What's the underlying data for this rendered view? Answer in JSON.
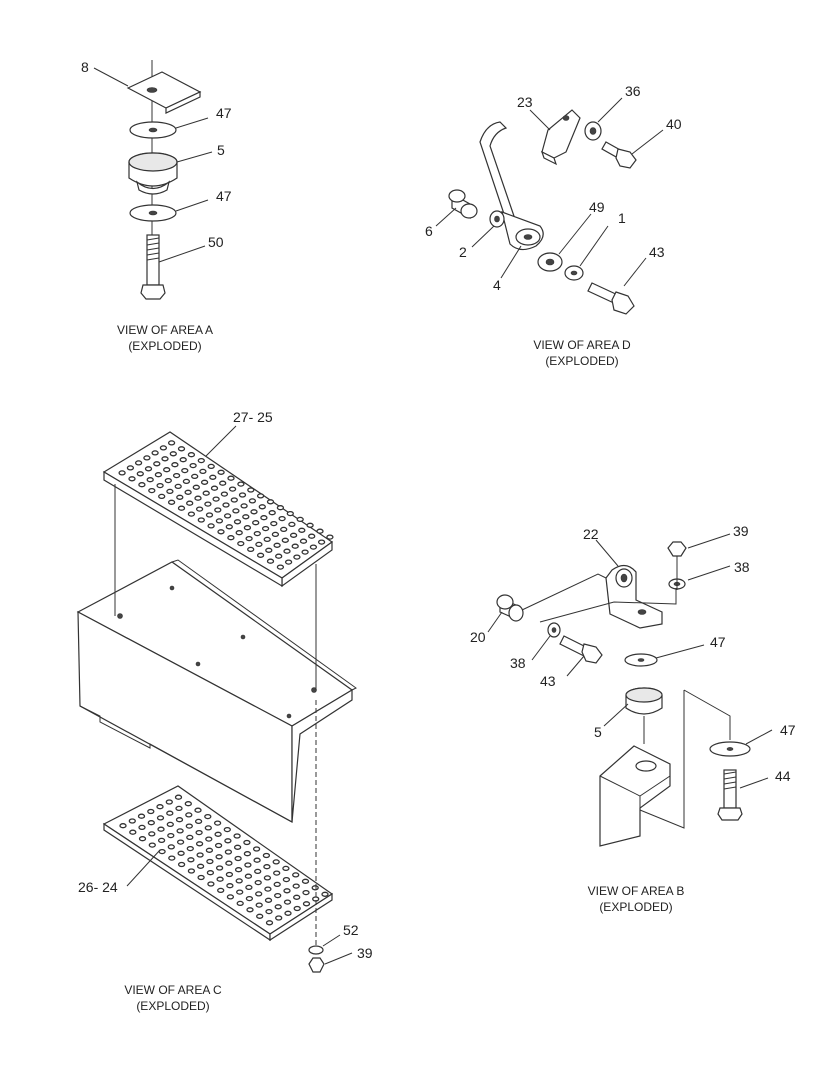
{
  "views": {
    "area_a": {
      "caption_line1": "VIEW OF AREA A",
      "caption_line2": "(EXPLODED)"
    },
    "area_d": {
      "caption_line1": "VIEW OF AREA D",
      "caption_line2": "(EXPLODED)"
    },
    "area_c": {
      "caption_line1": "VIEW OF AREA C",
      "caption_line2": "(EXPLODED)"
    },
    "area_b": {
      "caption_line1": "VIEW OF AREA B",
      "caption_line2": "(EXPLODED)"
    }
  },
  "callouts": {
    "a_8": "8",
    "a_47_top": "47",
    "a_5": "5",
    "a_47_bot": "47",
    "a_50": "50",
    "d_23": "23",
    "d_36": "36",
    "d_40": "40",
    "d_6": "6",
    "d_49": "49",
    "d_1": "1",
    "d_2": "2",
    "d_43": "43",
    "d_4": "4",
    "c_27_25": "27- 25",
    "c_26_24": "26- 24",
    "c_52": "52",
    "c_39": "39",
    "b_22": "22",
    "b_39": "39",
    "b_38_top": "38",
    "b_20": "20",
    "b_47_top": "47",
    "b_38_bot": "38",
    "b_43": "43",
    "b_5": "5",
    "b_47_bot": "47",
    "b_44": "44"
  }
}
